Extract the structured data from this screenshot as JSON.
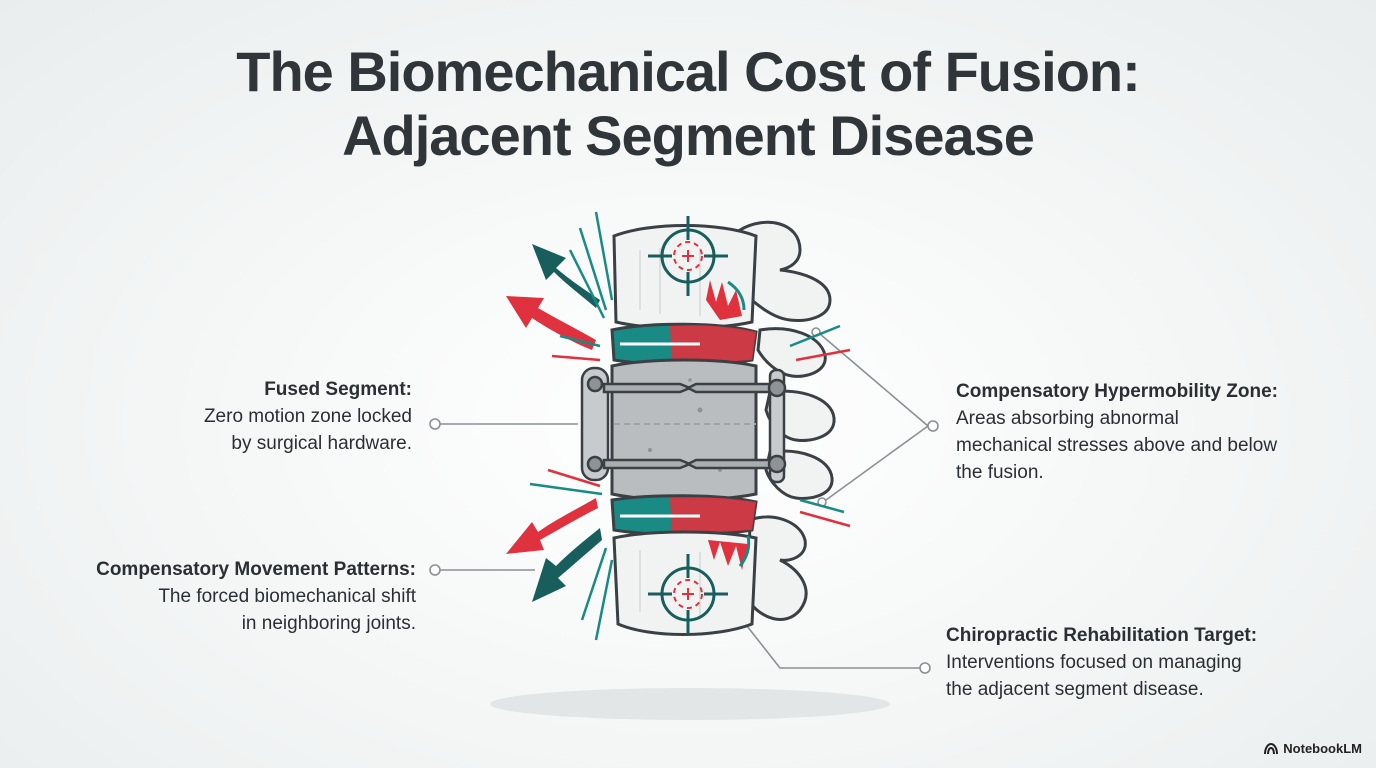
{
  "title": {
    "line1": "The Biomechanical Cost of Fusion:",
    "line2": "Adjacent Segment Disease"
  },
  "labels": {
    "fused": {
      "head": "Fused Segment:",
      "line1": "Zero motion zone locked",
      "line2": "by surgical hardware."
    },
    "patterns": {
      "head": "Compensatory Movement Patterns:",
      "line1": "The forced biomechanical shift",
      "line2": "in neighboring joints."
    },
    "hyper": {
      "head": "Compensatory Hypermobility Zone:",
      "line1": "Areas absorbing abnormal",
      "line2": "mechanical stresses above and below",
      "line3": "the fusion."
    },
    "rehab": {
      "head": "Chiropractic Rehabilitation Target:",
      "line1": "Interventions focused on managing",
      "line2": "the adjacent segment disease."
    }
  },
  "brand": {
    "name": "NotebookLM",
    "icon": "notebooklm-logo-icon"
  },
  "colors": {
    "bone": "#f1f3f3",
    "bone_outline": "#3a4044",
    "fused_bone": "#b9bdbf",
    "teal": "#1a8a85",
    "dark_teal": "#185e5c",
    "red": "#e0323e",
    "leader_line": "#8a9094"
  }
}
